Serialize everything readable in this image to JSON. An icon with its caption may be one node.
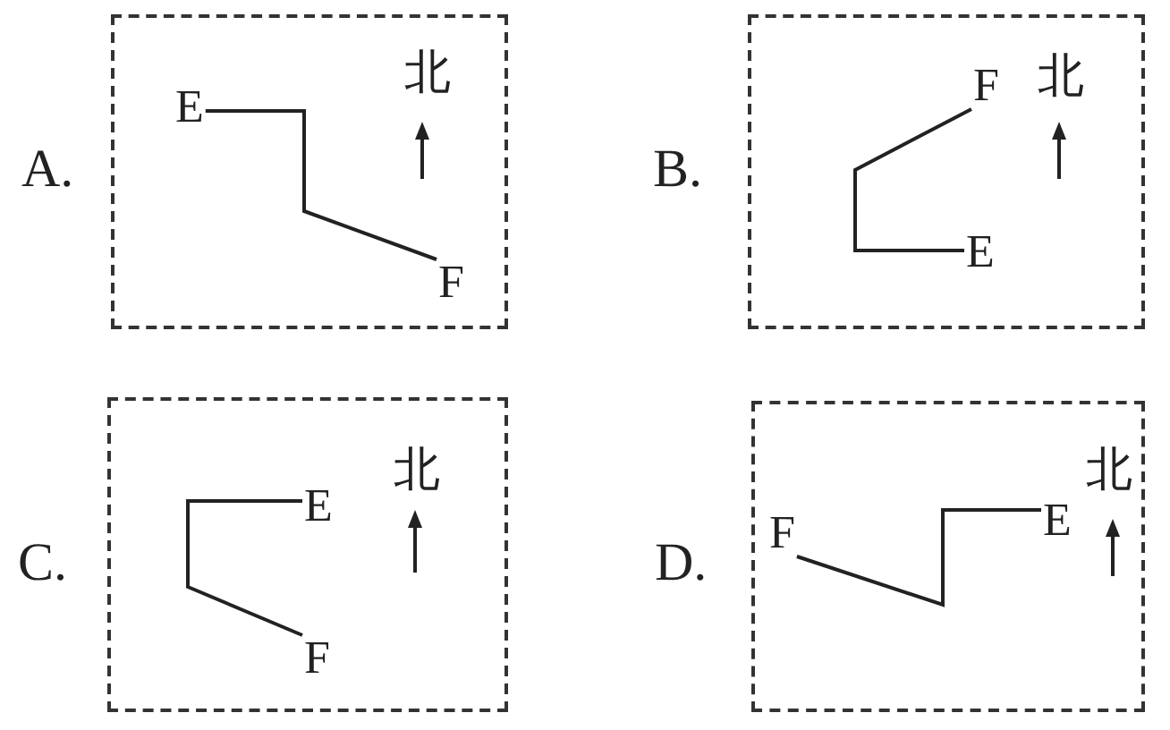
{
  "diagram": {
    "nodes": [
      {
        "text": [],
        "shape": "box",
        "beside": [
          "A."
        ]
      },
      {
        "text": [
          "E"
        ],
        "in": 0
      },
      {
        "text": [
          "F"
        ],
        "in": 0
      },
      {
        "text": [],
        "shape": "box",
        "beside": [
          "B."
        ]
      },
      {
        "text": [
          "F"
        ],
        "in": 3
      },
      {
        "text": [
          "E"
        ],
        "in": 3
      },
      {
        "text": [],
        "shape": "box",
        "beside": [
          "C."
        ]
      },
      {
        "text": [
          "E"
        ],
        "in": 6
      },
      {
        "text": [
          "F"
        ],
        "in": 6
      },
      {
        "text": [],
        "shape": "box",
        "beside": [
          "D."
        ]
      },
      {
        "text": [
          "F"
        ],
        "in": 9
      },
      {
        "text": [
          "E"
        ],
        "in": 9
      }
    ],
    "edges": [
      {
        "from": 1,
        "to": 2,
        "arrow": "none"
      },
      {
        "from": 5,
        "to": 4,
        "arrow": "none"
      },
      {
        "from": 7,
        "to": 8,
        "arrow": "none"
      },
      {
        "from": 10,
        "to": 11,
        "arrow": "none"
      }
    ],
    "labels": [
      "北",
      "北",
      "北",
      "北"
    ]
  }
}
